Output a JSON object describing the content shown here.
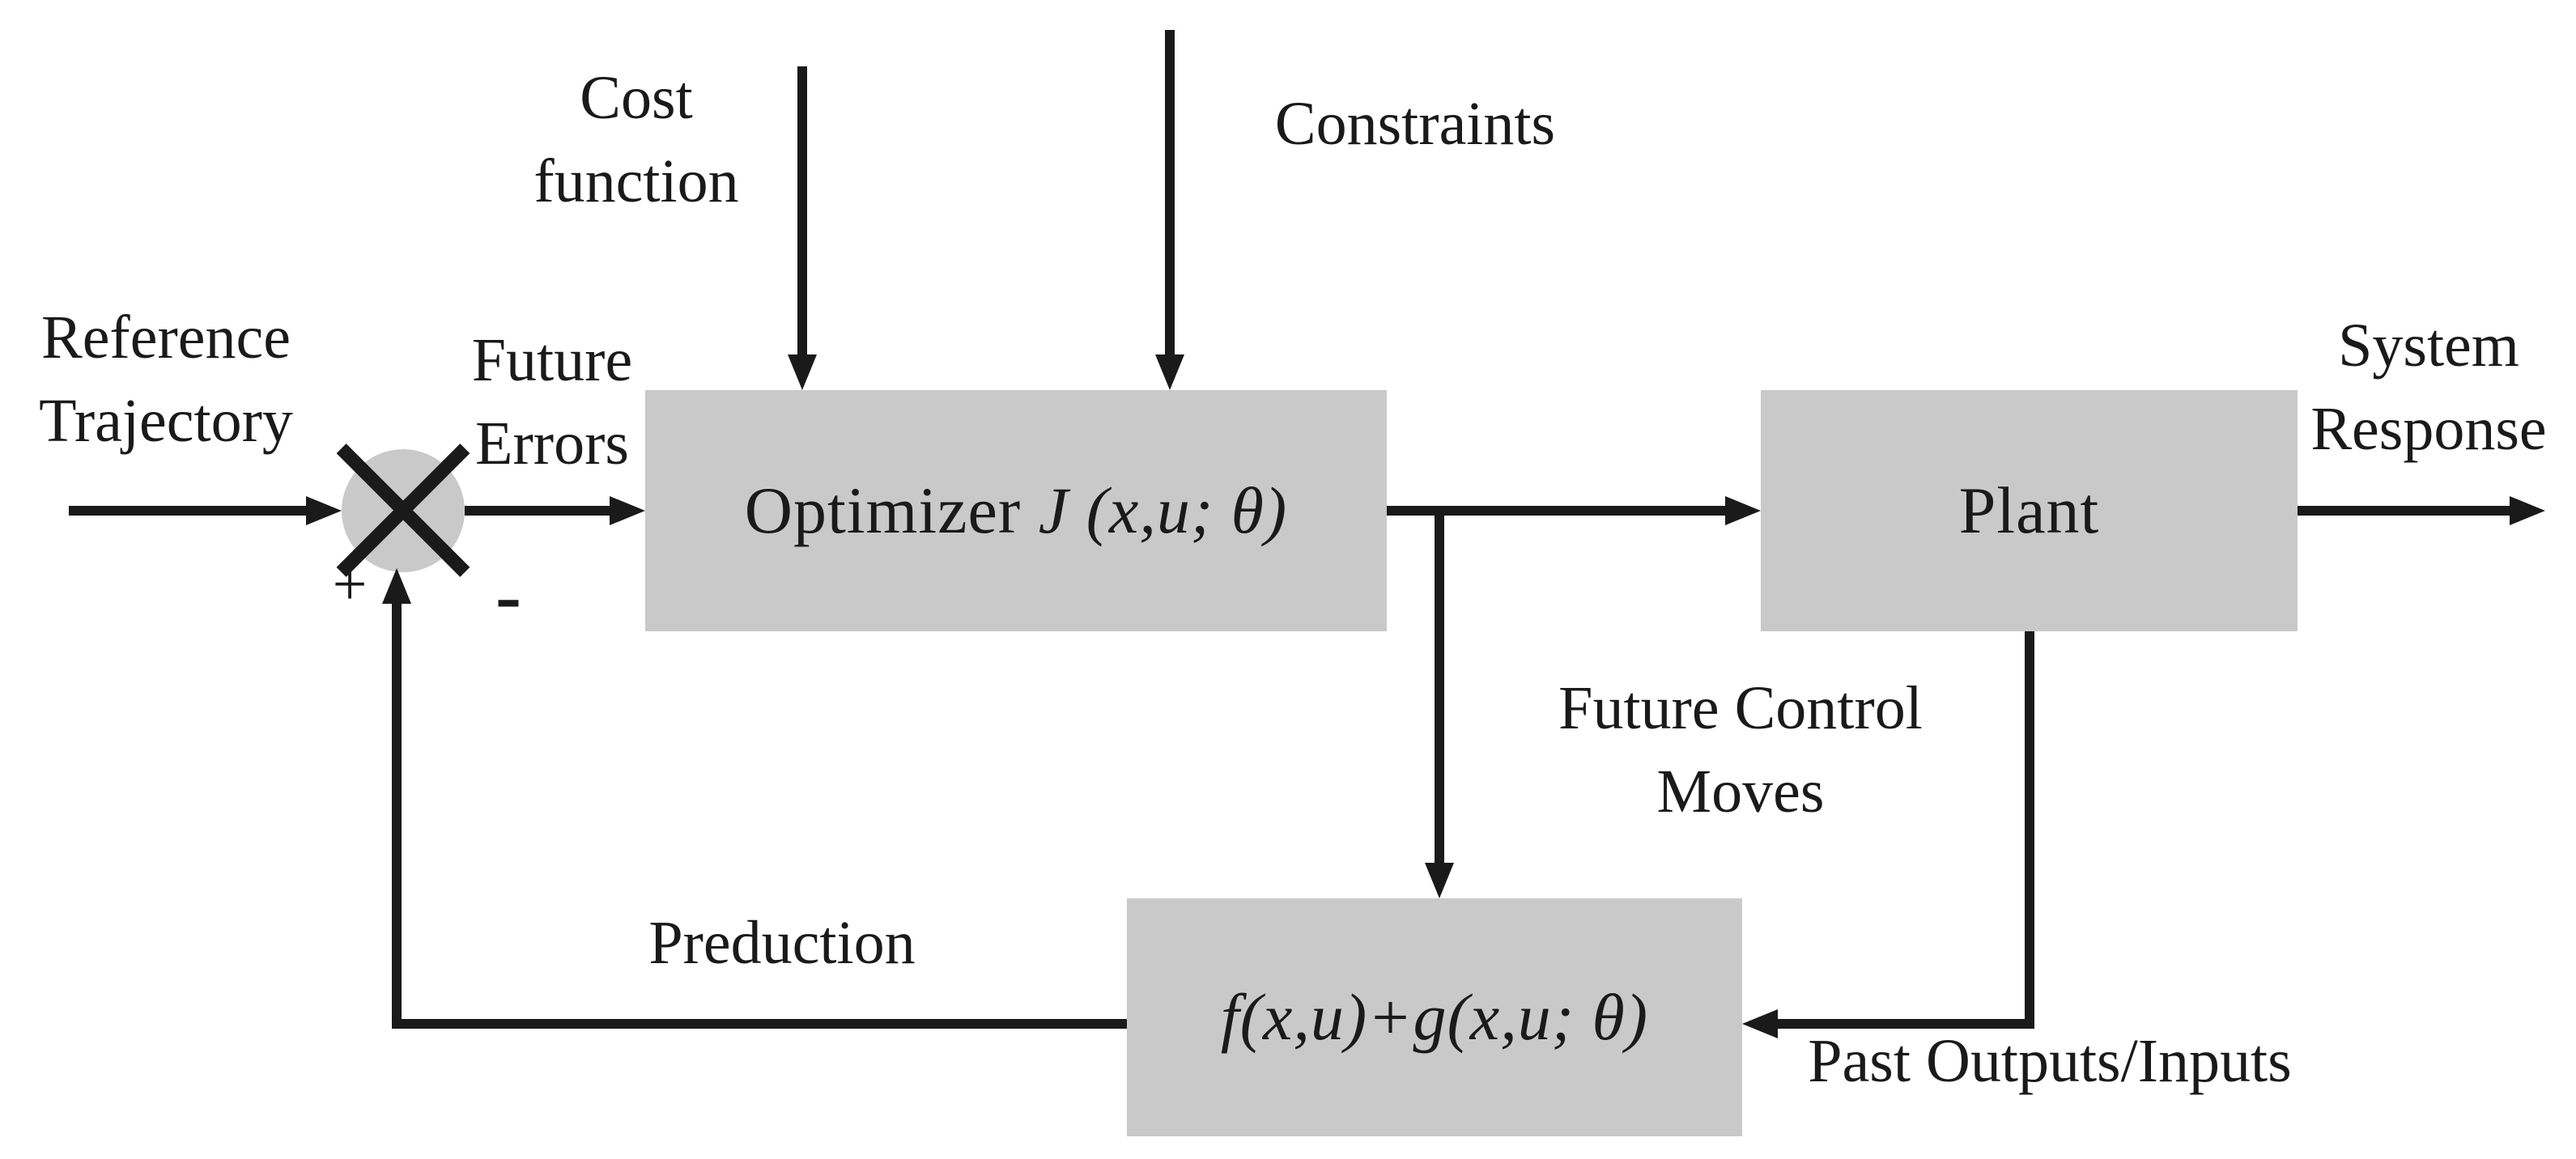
{
  "diagram": {
    "labels": {
      "reference_trajectory": {
        "line1": "Reference",
        "line2": "Trajectory"
      },
      "future_errors": {
        "line1": "Future",
        "line2": "Errors"
      },
      "cost_function": {
        "line1": "Cost",
        "line2": "function"
      },
      "constraints": "Constraints",
      "system_response": {
        "line1": "System",
        "line2": "Response"
      },
      "future_control_moves": {
        "line1": "Future Control",
        "line2": "Moves"
      },
      "prediction": "Preduction",
      "past_outputs_inputs": "Past Outputs/Inputs",
      "plus_sign": "+",
      "minus_sign": "-"
    },
    "blocks": {
      "optimizer": {
        "prefix": "Optimizer ",
        "math": "J (x,u; θ)"
      },
      "plant": {
        "label": "Plant"
      },
      "model": {
        "formula": "f(x,u)+g(x,u; θ)"
      }
    },
    "colors": {
      "block_fill": "#c9c9c9",
      "line": "#1a1a1a",
      "background": "#ffffff"
    }
  }
}
